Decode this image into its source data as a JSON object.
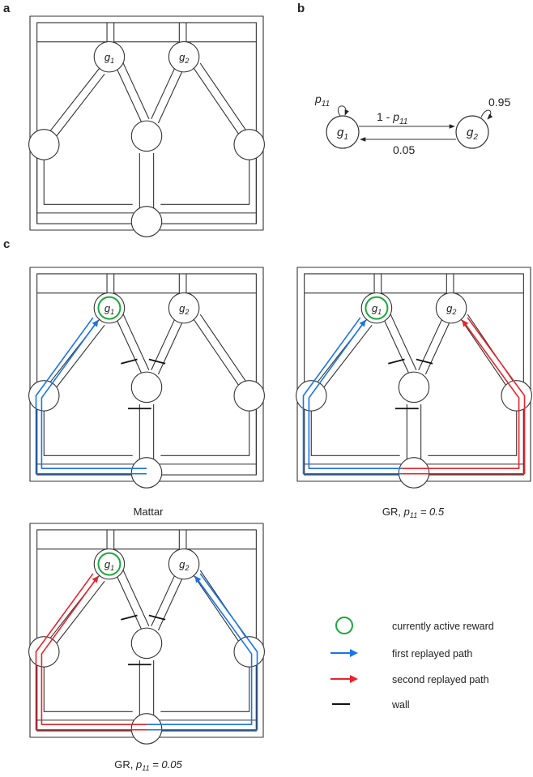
{
  "panels": {
    "a": "a",
    "b": "b",
    "c": "c"
  },
  "graph": {
    "g1_letter": "g",
    "g1_sub": "1",
    "g2_letter": "g",
    "g2_sub": "2",
    "self_loop_g1_letter": "p",
    "self_loop_g1_sub": "11",
    "self_loop_g2": "0.95",
    "arrow_top_prefix": "1 - ",
    "arrow_top_letter": "p",
    "arrow_top_sub": "11",
    "arrow_bottom": "0.05"
  },
  "maze_labels": {
    "g1_letter": "g",
    "g1_sub": "1",
    "g2_letter": "g",
    "g2_sub": "2"
  },
  "captions": {
    "mattar": "Mattar",
    "gr1_prefix": "GR, ",
    "gr1_letter": "p",
    "gr1_sub": "11",
    "gr1_value": " = 0.5",
    "gr2_prefix": "GR, ",
    "gr2_letter": "p",
    "gr2_sub": "11",
    "gr2_value": " = 0.05"
  },
  "legend": {
    "reward": "currently active reward",
    "first": "first replayed path",
    "second": "second replayed path",
    "wall": "wall"
  },
  "colors": {
    "outline": "#333333",
    "first_path": "#1a73e8",
    "second_path": "#e8242c",
    "reward": "#19a83a",
    "wall": "#111111"
  }
}
